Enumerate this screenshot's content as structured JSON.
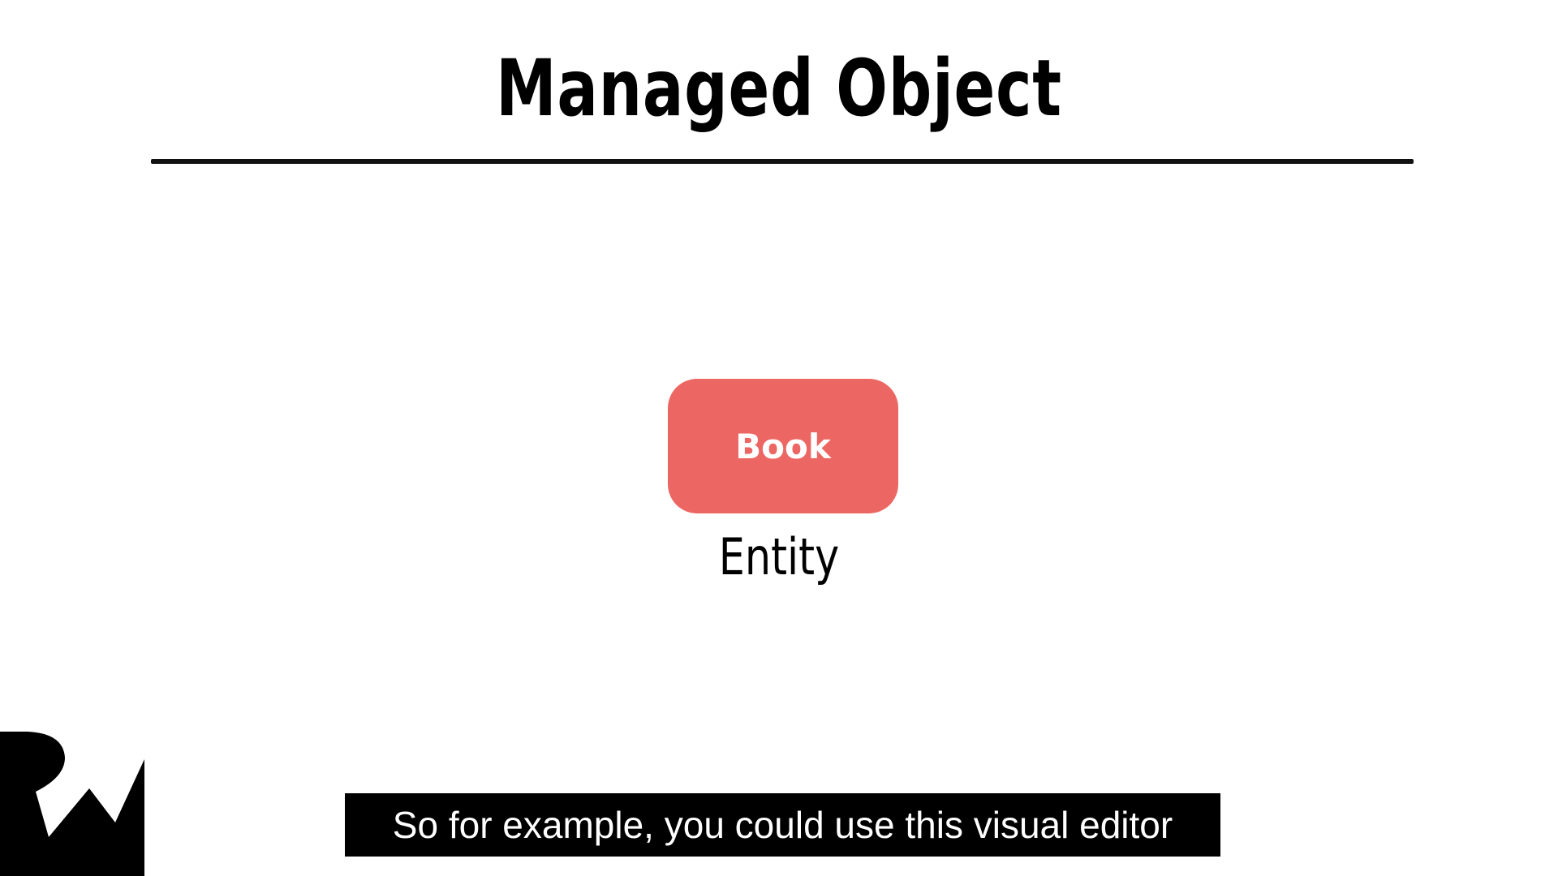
{
  "slide": {
    "title": "Managed Object",
    "entity": {
      "name": "Book",
      "caption": "Entity",
      "color": "#EC6763"
    },
    "subtitle": "So for example, you could use this visual editor",
    "logo_icon": "rw-logo-icon"
  }
}
